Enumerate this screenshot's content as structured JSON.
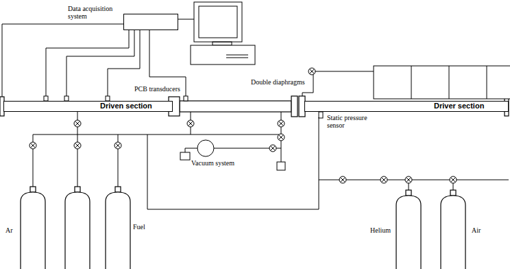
{
  "diagram": {
    "nodes": [
      {
        "text": [
          "Data acquisition system"
        ]
      },
      {
        "text": [
          "Driven section"
        ]
      },
      {
        "text": [
          "Driver section"
        ]
      }
    ],
    "labels": [
      "PCB transducers",
      "Double diaphragms",
      "Static pressure sensor",
      "Vacuum system",
      "Ar",
      "Fuel",
      "Helium",
      "Air"
    ]
  }
}
